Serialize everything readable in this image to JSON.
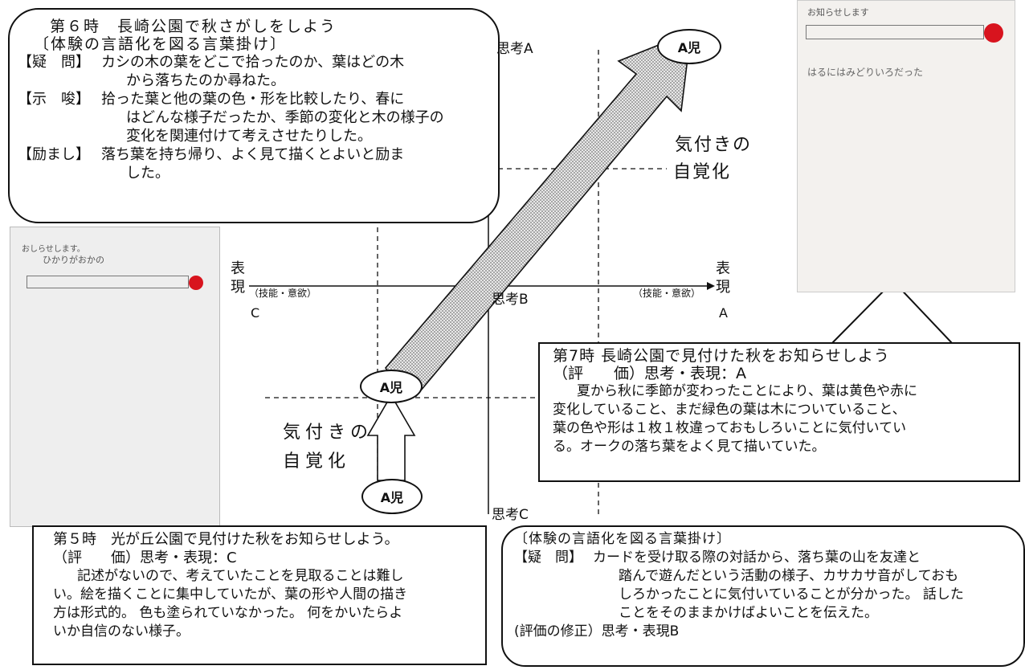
{
  "box6": {
    "title": "第６時　長崎公園で秋さがしをしよう",
    "subtitle": "〔体験の言語化を図る言葉掛け〕",
    "q_label": "【疑　問】",
    "q_text1": "カシの木の葉をどこで拾ったのか、葉はどの木",
    "q_text2": "から落ちたのか尋ねた。",
    "s_label": "【示　唆】",
    "s_text1": "拾った葉と他の葉の色・形を比較したり、春に",
    "s_text2": "はどんな様子だったか、季節の変化と木の様子の",
    "s_text3": "変化を関連付けて考えさせたりした。",
    "e_label": "【励まし】",
    "e_text1": "落ち葉を持ち帰り、よく見て描くとよいと励ま",
    "e_text2": "した。"
  },
  "box7": {
    "title": "第7時 長崎公園で見付けた秋をお知らせしよう",
    "eval": "（評　　価）思考・表現：A",
    "l1": "夏から秋に季節が変わったことにより、葉は黄色や赤に",
    "l2": "変化していること、まだ緑色の葉は木についていること、",
    "l3": "葉の色や形は１枚１枚違っておもしろいことに気付いてい",
    "l4": "る。オークの落ち葉をよく見て描いていた。"
  },
  "box5": {
    "title": "第５時　光が丘公園で見付けた秋をお知らせしよう。",
    "eval": "（評　　価）思考・表現：C",
    "l1": "記述がないので、考えていたことを見取ることは難し",
    "l2": "い。絵を描くことに集中していたが、葉の形や人間の描き",
    "l3": "方は形式的。 色も塗られていなかった。 何をかいたらよ",
    "l4": "いか自信のない様子。"
  },
  "box_revise": {
    "subtitle": "〔体験の言語化を図る言葉掛け〕",
    "q_label": "【疑　問】",
    "l1": "カードを受け取る際の対話から、落ち葉の山を友達と",
    "l2": "踏んで遊んだという活動の様子、カサカサ音がしておも",
    "l3": "しろかったことに気付いていることが分かった。 話した",
    "l4": "ことをそのままかけばよいことを伝えた。",
    "revision": "(評価の修正）思考・表現B"
  },
  "axes": {
    "think_a": "思考A",
    "think_b": "思考B",
    "think_c": "思考C",
    "expr_left_1": "表",
    "expr_left_2": "現",
    "expr_left_3": "C",
    "expr_left_sub": "（技能・意欲）",
    "expr_right_1": "表",
    "expr_right_2": "現",
    "expr_right_3": "A",
    "expr_right_sub": "（技能・意欲）"
  },
  "awareness_top_1": "気付きの",
  "awareness_top_2": "自覚化",
  "awareness_bottom_1": "気付きの",
  "awareness_bottom_2": "自覚化",
  "child_label": "A児",
  "photo_left": {
    "heading": "おしらせします。",
    "caption": "ひかりがおかの"
  },
  "photo_right": {
    "heading": "お知らせします",
    "caption": "はるにはみどりいろだった"
  },
  "colors": {
    "stamp": "#d8141e",
    "arrow_fill": "#cfcfcf",
    "leaf": "#8a6e52"
  }
}
